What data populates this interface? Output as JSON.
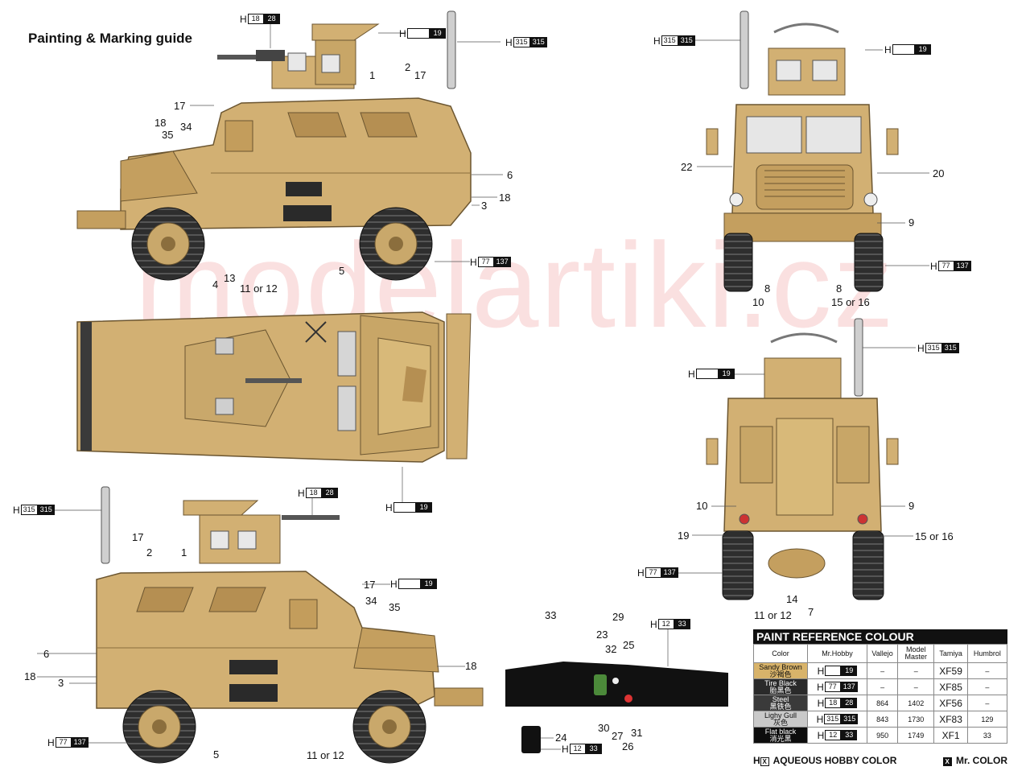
{
  "title": "Painting & Marking guide",
  "watermark": "modelartiki.cz",
  "callouts": {
    "side1": [
      {
        "t": "18"
      },
      {
        "t": "35"
      },
      {
        "t": "34"
      },
      {
        "t": "17"
      },
      {
        "t": "1"
      },
      {
        "t": "2"
      },
      {
        "t": "17"
      },
      {
        "t": "6"
      },
      {
        "t": "18"
      },
      {
        "t": "3"
      },
      {
        "t": "13"
      },
      {
        "t": "4"
      },
      {
        "t": "5"
      },
      {
        "t": "11 or 12"
      }
    ],
    "front": [
      {
        "t": "22"
      },
      {
        "t": "20"
      },
      {
        "t": "9"
      },
      {
        "t": "8"
      },
      {
        "t": "8"
      },
      {
        "t": "10"
      },
      {
        "t": "15 or 16"
      }
    ],
    "rear": [
      {
        "t": "10"
      },
      {
        "t": "9"
      },
      {
        "t": "19"
      },
      {
        "t": "15 or 16"
      },
      {
        "t": "14"
      },
      {
        "t": "7"
      },
      {
        "t": "11 or 12"
      }
    ],
    "side2": [
      {
        "t": "17"
      },
      {
        "t": "2"
      },
      {
        "t": "1"
      },
      {
        "t": "17"
      },
      {
        "t": "34"
      },
      {
        "t": "35"
      },
      {
        "t": "6"
      },
      {
        "t": "18"
      },
      {
        "t": "3"
      },
      {
        "t": "18"
      },
      {
        "t": "5"
      },
      {
        "t": "11 or 12"
      }
    ],
    "dash": [
      {
        "t": "33"
      },
      {
        "t": "29"
      },
      {
        "t": "23"
      },
      {
        "t": "32"
      },
      {
        "t": "25"
      },
      {
        "t": "30"
      },
      {
        "t": "27"
      },
      {
        "t": "31"
      },
      {
        "t": "26"
      },
      {
        "t": "24"
      }
    ]
  },
  "color_codes": [
    {
      "code": "18",
      "alt": "28"
    },
    {
      "code": "",
      "alt": "19"
    },
    {
      "code": "315",
      "alt": "315"
    },
    {
      "code": "315",
      "alt": "315"
    },
    {
      "code": "",
      "alt": "19"
    },
    {
      "code": "77",
      "alt": "137"
    },
    {
      "code": "77",
      "alt": "137"
    },
    {
      "code": "315",
      "alt": "315"
    },
    {
      "code": "",
      "alt": "19"
    },
    {
      "code": "",
      "alt": "19"
    },
    {
      "code": "77",
      "alt": "137"
    },
    {
      "code": "18",
      "alt": "28"
    },
    {
      "code": "315",
      "alt": "315"
    },
    {
      "code": "",
      "alt": "19"
    },
    {
      "code": "77",
      "alt": "137"
    },
    {
      "code": "12",
      "alt": "33"
    },
    {
      "code": "12",
      "alt": "33"
    }
  ],
  "h_prefix": "H",
  "paint_table": {
    "title": "PAINT  REFERENCE COLOUR",
    "headers": [
      "Color",
      "Mr.Hobby",
      "Vallejo",
      "Model Master",
      "Tamiya",
      "Humbrol"
    ],
    "rows": [
      {
        "name": "Sandy Brown",
        "cn": "沙褐色",
        "hobby_a": "",
        "hobby_b": "19",
        "vallejo": "–",
        "mm": "–",
        "tamiya": "XF59",
        "humbrol": "–",
        "swatch": "#d8b36a",
        "text": "#111"
      },
      {
        "name": "Tire Black",
        "cn": "胎黑色",
        "hobby_a": "77",
        "hobby_b": "137",
        "vallejo": "–",
        "mm": "–",
        "tamiya": "XF85",
        "humbrol": "–",
        "swatch": "#2a2a2a",
        "text": "#fff"
      },
      {
        "name": "Steel",
        "cn": "黑铁色",
        "hobby_a": "18",
        "hobby_b": "28",
        "vallejo": "864",
        "mm": "1402",
        "tamiya": "XF56",
        "humbrol": "–",
        "swatch": "#3a3a3a",
        "text": "#fff"
      },
      {
        "name": "Lighy Gull",
        "cn": "灰色",
        "hobby_a": "315",
        "hobby_b": "315",
        "vallejo": "843",
        "mm": "1730",
        "tamiya": "XF83",
        "humbrol": "129",
        "swatch": "#c9c9c9",
        "text": "#111"
      },
      {
        "name": "Flat black",
        "cn": "消光黑",
        "hobby_a": "12",
        "hobby_b": "33",
        "vallejo": "950",
        "mm": "1749",
        "tamiya": "XF1",
        "humbrol": "33",
        "swatch": "#0d0d0d",
        "text": "#fff"
      }
    ]
  },
  "legend": {
    "aqueous_label": "AQUEOUS HOBBY COLOR",
    "mrcolor_label": "Mr. COLOR",
    "aqueous_mark": "H",
    "aqueous_box": "X",
    "mrcolor_box": "X"
  },
  "colors": {
    "sand": "#d2b073",
    "sand_dark": "#b58f52",
    "sand_light": "#e6cc93",
    "tire": "#2e2e2e",
    "black": "#111111",
    "watermark": "#e04646"
  }
}
